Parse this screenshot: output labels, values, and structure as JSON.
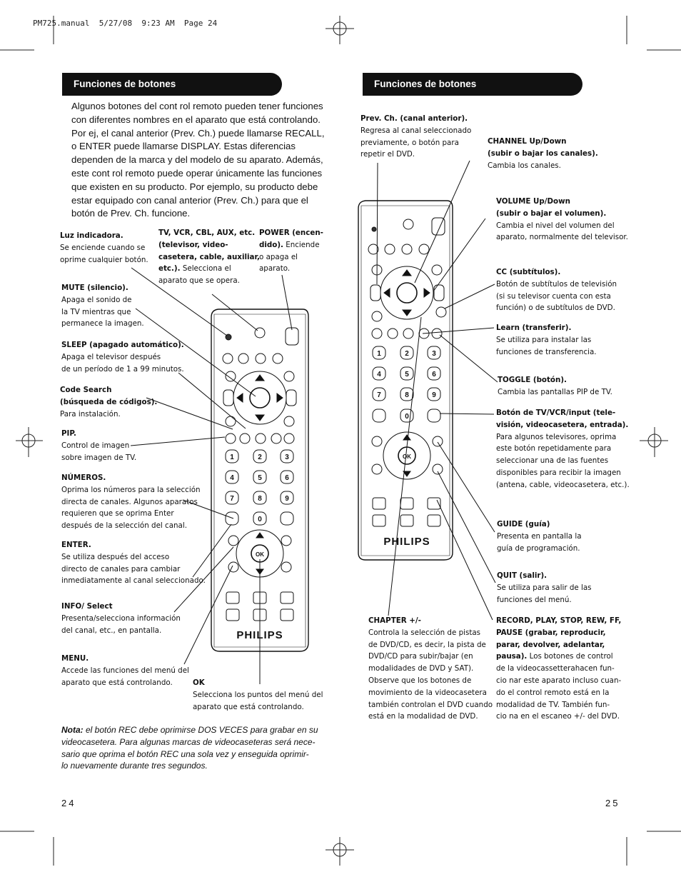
{
  "print_header": "PM725.manual  5/27/08  9:23 AM  Page 24",
  "left": {
    "banner": "Funciones de botones",
    "intro": [
      "Algunos botones del cont rol remoto pueden tener funciones",
      "con diferentes nombres en el aparato que está controlando.",
      "Por ej, el canal anterior (Prev. Ch.) puede llamarse RECALL,",
      "o ENTER puede llamarse DISPLAY. Estas diferencias",
      "dependen de la marca y del modelo de su aparato. Además,",
      "este cont rol remoto puede operar únicamente las funciones",
      "que existen en su producto. Por ejemplo, su producto debe",
      "estar equipado con canal anterior (Prev. Ch.) para que el",
      "botón de Prev. Ch. funcione."
    ],
    "labels": {
      "luz": [
        "Luz indicadora.",
        "Se enciende cuando se",
        "oprime cualquier botón."
      ],
      "tv": [
        "TV, VCR, CBL, AUX, etc.",
        "(televisor, video-",
        "casetera, cable, auxiliar,",
        "etc.).",
        " Selecciona el",
        "aparato que se opera."
      ],
      "power": [
        "POWER (encen-",
        "dido).",
        " Enciende",
        "o apaga el",
        "aparato."
      ],
      "mute": [
        "MUTE (silencio).",
        "Apaga el sonido de",
        "la TV mientras que",
        "permanece la imagen."
      ],
      "sleep": [
        "SLEEP (apagado automático).",
        "Apaga el televisor después",
        "de un período de 1 a 99 minutos."
      ],
      "code": [
        "Code Search",
        "(búsqueda de códigos).",
        "Para instalación."
      ],
      "pip": [
        "PIP.",
        "Control de imagen",
        "sobre imagen de TV."
      ],
      "numeros": [
        "NÚMEROS.",
        "Oprima los números para la selección",
        "directa de canales. Algunos aparatos",
        "requieren que se oprima Enter",
        "después de la selección del canal."
      ],
      "enter": [
        "ENTER.",
        "Se utiliza después del acceso",
        "directo de canales para cambiar",
        "inmediatamente al canal seleccionado."
      ],
      "info": [
        "INFO/ Select",
        "Presenta/selecciona información",
        "del canal, etc., en pantalla."
      ],
      "menu": [
        "MENU.",
        "Accede las funciones del menú del",
        "aparato que está controlando."
      ],
      "ok": [
        "OK",
        "Selecciona los puntos del menú del",
        "aparato que está controlando."
      ]
    },
    "note": [
      "Nota:",
      " el botón REC debe oprimirse DOS VECES para grabar en su",
      "videocasetera. Para algunas marcas de videocaseteras será nece-",
      "sario que oprima el botón REC una sola vez y enseguida oprimir-",
      "lo nuevamente durante tres segundos."
    ],
    "page_number": "24",
    "brand": "PHILIPS"
  },
  "right": {
    "banner": "Funciones de botones",
    "labels": {
      "prev": [
        "Prev. Ch. (canal anterior).",
        "Regresa al canal seleccionado",
        "previamente, o botón para",
        "repetir el DVD."
      ],
      "channel": [
        "CHANNEL Up/Down",
        "(subir o bajar los canales).",
        "Cambia los canales."
      ],
      "volume": [
        "VOLUME Up/Down",
        "(subir o bajar el volumen).",
        "Cambia el nivel del volumen del",
        "aparato, normalmente del televisor."
      ],
      "cc": [
        "CC (subtítulos).",
        "Botón de subtítulos de televisión",
        "(si su televisor cuenta con esta",
        "función) o de subtítulos de DVD."
      ],
      "learn": [
        "Learn (transferir).",
        "Se utiliza para instalar las",
        "funciones de transferencia."
      ],
      "toggle": [
        "TOGGLE (botón).",
        "Cambia las pantallas PIP de TV."
      ],
      "tvvcr": [
        "Botón de TV/VCR/input (tele-",
        "visión, videocasetera, entrada).",
        "Para algunos televisores, oprima",
        "este botón repetidamente para",
        "seleccionar una de las fuentes",
        "disponibles para recibir la imagen",
        "(antena, cable, videocasetera, etc.)."
      ],
      "guide": [
        "GUIDE (guía)",
        "Presenta en pantalla la",
        "guía de programación."
      ],
      "quit": [
        "QUIT (salir).",
        "Se utiliza para salir de las",
        "funciones del menú."
      ],
      "chapter": [
        "CHAPTER +/-",
        "Controla la selección de pistas",
        "de DVD/CD, es decir, la pista de",
        "DVD/CD para subir/bajar (en",
        "modalidades de DVD y SAT).",
        "Observe que los botones de",
        "movimiento de la videocasetera",
        "también controlan el DVD cuando",
        "está en la modalidad de DVD."
      ],
      "record": [
        "RECORD, PLAY, STOP, REW, FF,",
        "PAUSE (grabar, reproducir,",
        "parar, devolver, adelantar,",
        "pausa).",
        " Los botones de control",
        "de la videocassetterahacen fun-",
        "cio nar este aparato incluso cuan-",
        "do el control remoto está en la",
        "modalidad de TV. También fun-",
        "cio na en el escaneo +/- del DVD."
      ]
    },
    "page_number": "25",
    "brand": "PHILIPS"
  },
  "remote_keys": {
    "numbers": [
      "1",
      "2",
      "3",
      "4",
      "5",
      "6",
      "7",
      "8",
      "9",
      "0"
    ],
    "ok_label": "OK"
  }
}
